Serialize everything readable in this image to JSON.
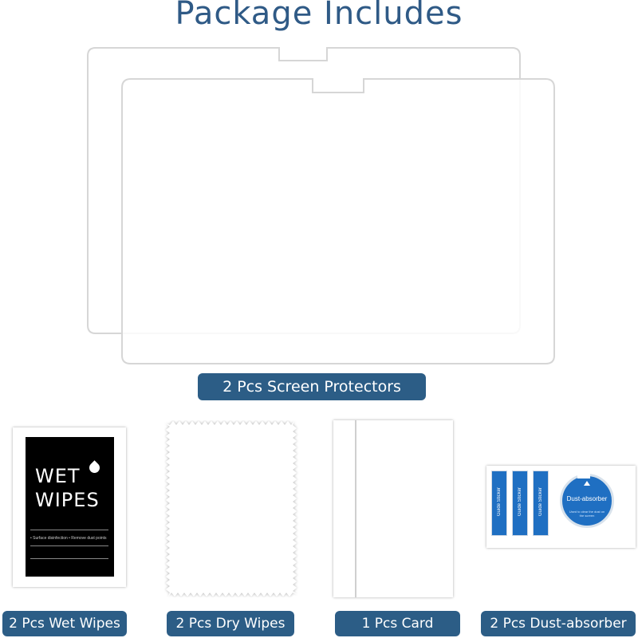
{
  "title": "Package Includes",
  "items": {
    "screen_protectors": "2 Pcs Screen Protectors",
    "wet_wipes": "2 Pcs Wet Wipes",
    "dry_wipes": "2 Pcs Dry Wipes",
    "card": "1 Pcs Card",
    "dust_absorber": "2 Pcs Dust-absorber"
  },
  "wet_wipes_pack": {
    "line1": "WET",
    "line2": "WIPES",
    "note_left": "• Surface disinfection",
    "note_right": "• Remove dust points"
  },
  "dust_absorber_pack": {
    "strip_label": "Guide Sticker",
    "circle_label": "Dust-absorber",
    "circle_note": "Used to clear the dust on the screen"
  },
  "colors": {
    "title": "#2f5a86",
    "pill": "#2c5d86",
    "accent_blue": "#1f6fc2"
  }
}
